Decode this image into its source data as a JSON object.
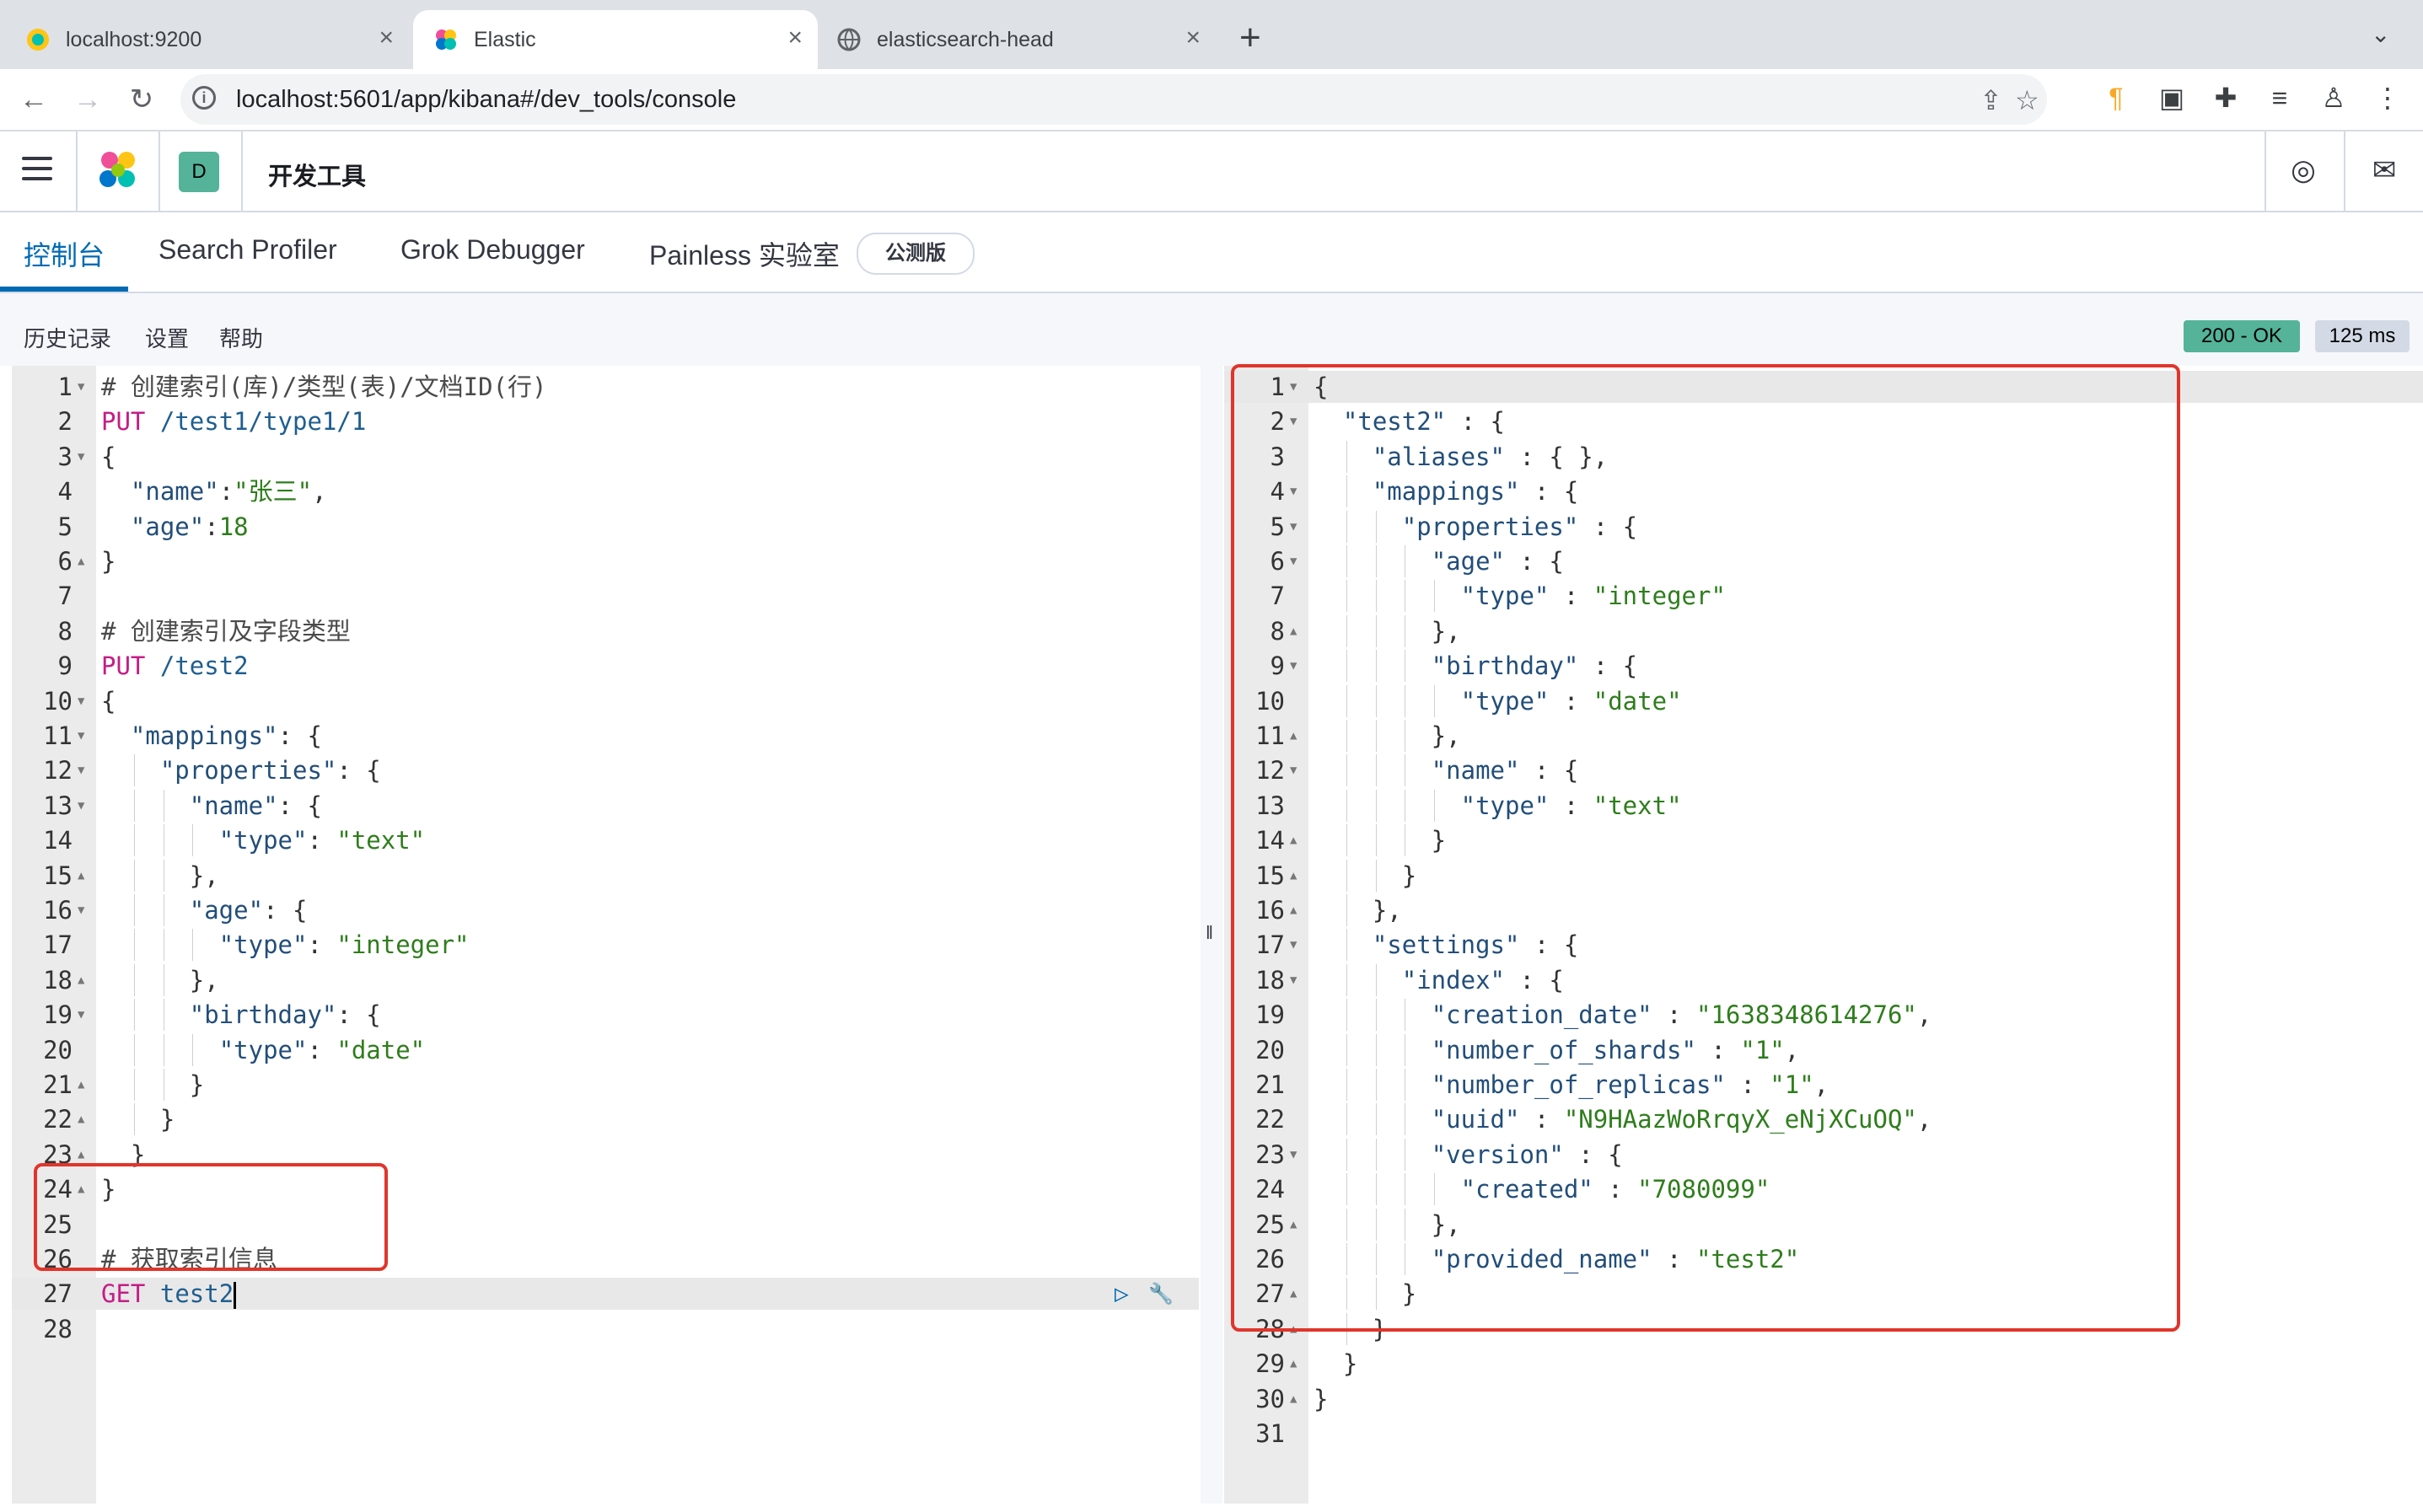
{
  "browser": {
    "tabs": [
      {
        "title": "localhost:9200",
        "active": false
      },
      {
        "title": "Elastic",
        "active": true
      },
      {
        "title": "elasticsearch-head",
        "active": false
      }
    ],
    "url": "localhost:5601/app/kibana#/dev_tools/console"
  },
  "header": {
    "space_initial": "D",
    "breadcrumb": "开发工具"
  },
  "devtools_tabs": [
    {
      "label": "控制台",
      "active": true
    },
    {
      "label": "Search Profiler",
      "active": false
    },
    {
      "label": "Grok Debugger",
      "active": false
    },
    {
      "label": "Painless 实验室",
      "active": false
    }
  ],
  "beta_badge": "公测版",
  "console_menu": [
    "历史记录",
    "设置",
    "帮助"
  ],
  "response_status": {
    "status": "200 - OK",
    "time": "125 ms",
    "status_color": "#54b399",
    "time_color": "#d3dae6"
  },
  "request_lines": [
    "# 创建索引(库)/类型(表)/文档ID(行)",
    "PUT /test1/type1/1",
    "{",
    "  \"name\":\"张三\",",
    "  \"age\":18",
    "}",
    "",
    "# 创建索引及字段类型",
    "PUT /test2",
    "{",
    "  \"mappings\": {",
    "    \"properties\": {",
    "      \"name\": {",
    "        \"type\": \"text\"",
    "      },",
    "      \"age\": {",
    "        \"type\": \"integer\"",
    "      },",
    "      \"birthday\": {",
    "        \"type\": \"date\"",
    "      }",
    "    }",
    "  }",
    "}",
    "",
    "# 获取索引信息",
    "GET test2",
    ""
  ],
  "response_lines": [
    "{",
    "  \"test2\" : {",
    "    \"aliases\" : { },",
    "    \"mappings\" : {",
    "      \"properties\" : {",
    "        \"age\" : {",
    "          \"type\" : \"integer\"",
    "        },",
    "        \"birthday\" : {",
    "          \"type\" : \"date\"",
    "        },",
    "        \"name\" : {",
    "          \"type\" : \"text\"",
    "        }",
    "      }",
    "    },",
    "    \"settings\" : {",
    "      \"index\" : {",
    "        \"creation_date\" : \"1638348614276\",",
    "        \"number_of_shards\" : \"1\",",
    "        \"number_of_replicas\" : \"1\",",
    "        \"uuid\" : \"N9HAazWoRrqyX_eNjXCuOQ\",",
    "        \"version\" : {",
    "          \"created\" : \"7080099\"",
    "        },",
    "        \"provided_name\" : \"test2\"",
    "      }",
    "    }",
    "  }",
    "}",
    ""
  ],
  "request_fold_lines": [
    1,
    3,
    6,
    10,
    11,
    12,
    13,
    15,
    16,
    18,
    19,
    21,
    22,
    23,
    24
  ],
  "response_fold_lines": [
    1,
    2,
    4,
    5,
    6,
    8,
    9,
    11,
    12,
    14,
    15,
    16,
    17,
    18,
    23,
    25,
    27,
    28,
    29,
    30
  ],
  "fold_open_lines_req": [
    1,
    3,
    10,
    11,
    12,
    13,
    16,
    19
  ],
  "fold_open_lines_resp": [
    1,
    2,
    4,
    5,
    6,
    9,
    12,
    17,
    18,
    23
  ],
  "icons": {
    "back": "arrow-left-icon",
    "forward": "arrow-right-icon",
    "reload": "reload-icon",
    "share": "share-icon",
    "bookmark": "star-icon",
    "help": "help-icon",
    "mail": "mail-icon",
    "run": "play-icon",
    "wrench": "wrench-icon"
  }
}
